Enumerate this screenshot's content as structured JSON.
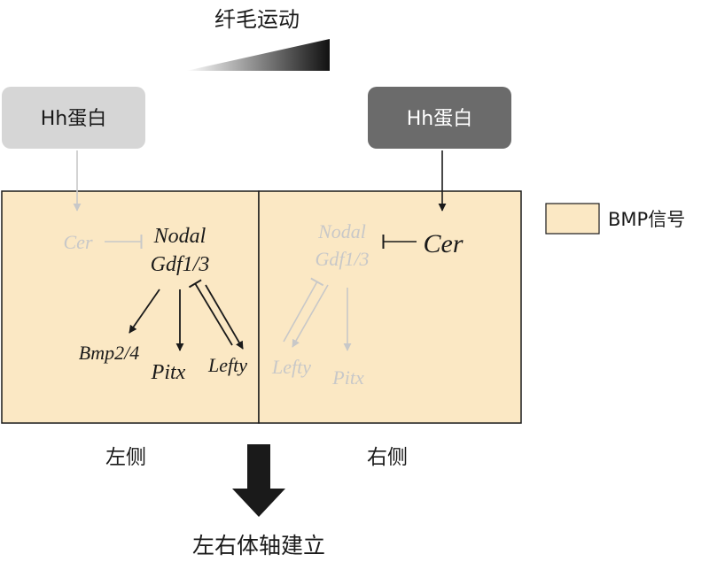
{
  "title": "纤毛运动",
  "hh_left": "Hh蛋白",
  "hh_right": "Hh蛋白",
  "legend": {
    "label": "BMP信号",
    "color": "#fbe8c4"
  },
  "left_panel": {
    "cer": "Cer",
    "nodal": "Nodal",
    "gdf": "Gdf1/3",
    "bmp": "Bmp2/4",
    "pitx": "Pitx",
    "lefty": "Lefty",
    "side_label": "左侧"
  },
  "right_panel": {
    "nodal": "Nodal",
    "gdf": "Gdf1/3",
    "cer": "Cer",
    "lefty": "Lefty",
    "pitx": "Pitx",
    "side_label": "右侧"
  },
  "result": "左右体轴建立",
  "colors": {
    "active": "#1a1a1a",
    "inactive": "#c8c8c8",
    "hh_left_fill": "#d6d6d6",
    "hh_right_fill": "#6b6b6b",
    "panel_fill": "#fbe8c4"
  }
}
